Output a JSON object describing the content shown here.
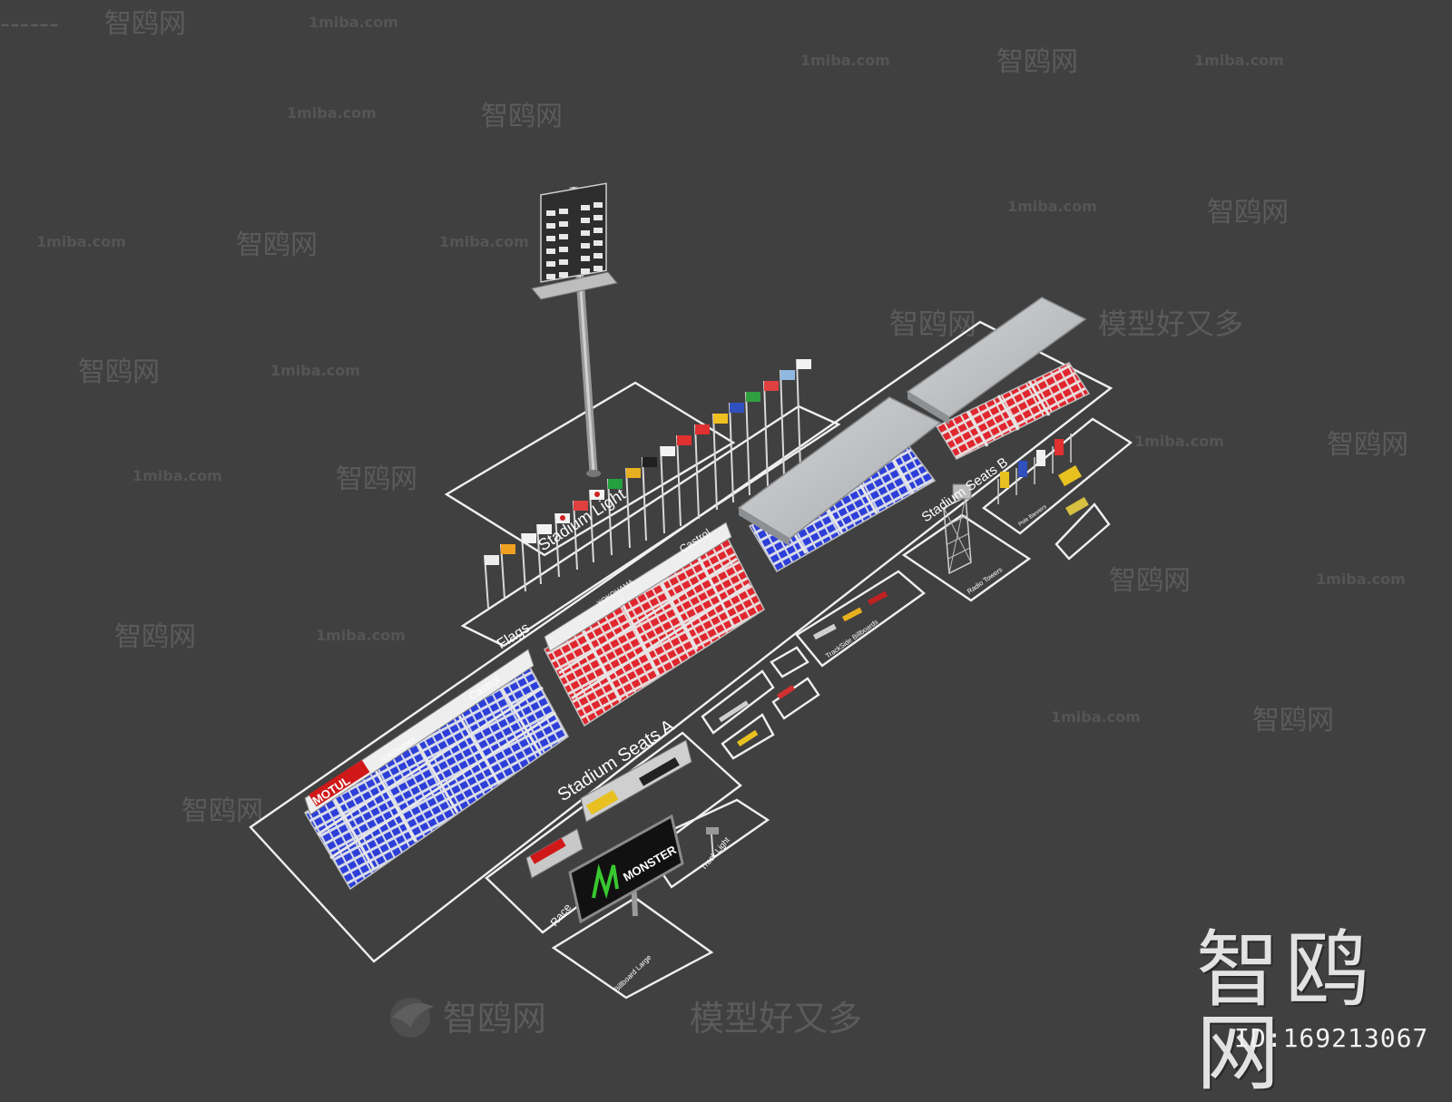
{
  "labels": {
    "flags": "Flags",
    "stadium_light": "Stadium Light",
    "stadium_seats_a": "Stadium Seats A",
    "stadium_seats_b": "Stadium Seats B",
    "radio_towers": "Radio Towers",
    "trackside_billboards": "TrackSide Billboards",
    "pole_banners": "Pole Banners",
    "race": "Race",
    "track_light": "Track Light",
    "billboard_large": "Billboard Large"
  },
  "sponsors": {
    "motul": "MOTUL",
    "yokohama": "YOKOHAMA",
    "castrol": "Castrol",
    "monster": "MONSTER"
  },
  "watermark": {
    "brand": "智鸥网",
    "site": "1miba.com",
    "slogan": "模型好又多",
    "dashes": "------"
  },
  "footer": {
    "brand": "智鸥网",
    "id_text": "ID:169213067"
  },
  "colors": {
    "background": "#404040",
    "seat_blue": "#2d3fd8",
    "seat_red": "#e0262e",
    "outline": "#f0f0f0"
  }
}
